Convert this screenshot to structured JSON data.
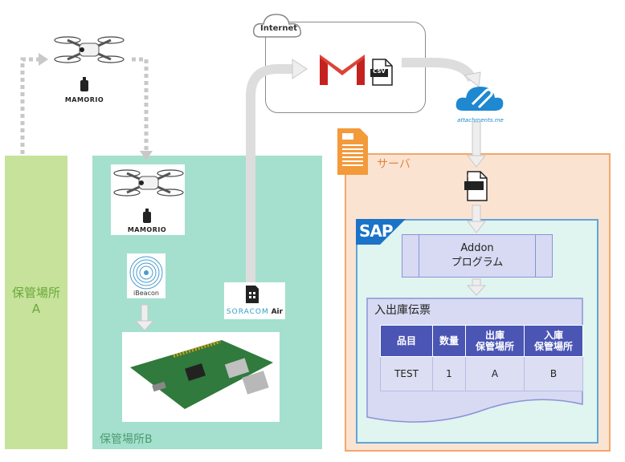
{
  "zones": {
    "a_label": "保管場所\nA",
    "b_label": "保管場所B"
  },
  "internet": {
    "label": "Internet"
  },
  "server": {
    "label": "サーバ"
  },
  "sap": {
    "logo": "SAP"
  },
  "addon": {
    "line1": "Addon",
    "line2": "プログラム"
  },
  "devices": {
    "mamorio_label_top": "MAMORIO",
    "mamorio_label_b": "MAMORIO",
    "ibeacon_label": "iBeacon",
    "soracom_label": "SORACOM",
    "soracom_air": "Air",
    "attachments_label": "attachments.me",
    "csv_label": "CSV"
  },
  "slip": {
    "title": "入出庫伝票",
    "headers": [
      "品目",
      "数量",
      "出庫\n保管場所",
      "入庫\n保管場所"
    ],
    "rows": [
      [
        "TEST",
        "1",
        "A",
        "B"
      ]
    ]
  },
  "colors": {
    "zone_a": "#c6e29b",
    "zone_b": "#a4e0cd",
    "server_bg": "#fbe3d2",
    "server_border": "#f2a76d",
    "sap_border": "#5fa4d8",
    "table_header": "#4a55b4",
    "arrow_gray": "#c8c8c8"
  }
}
